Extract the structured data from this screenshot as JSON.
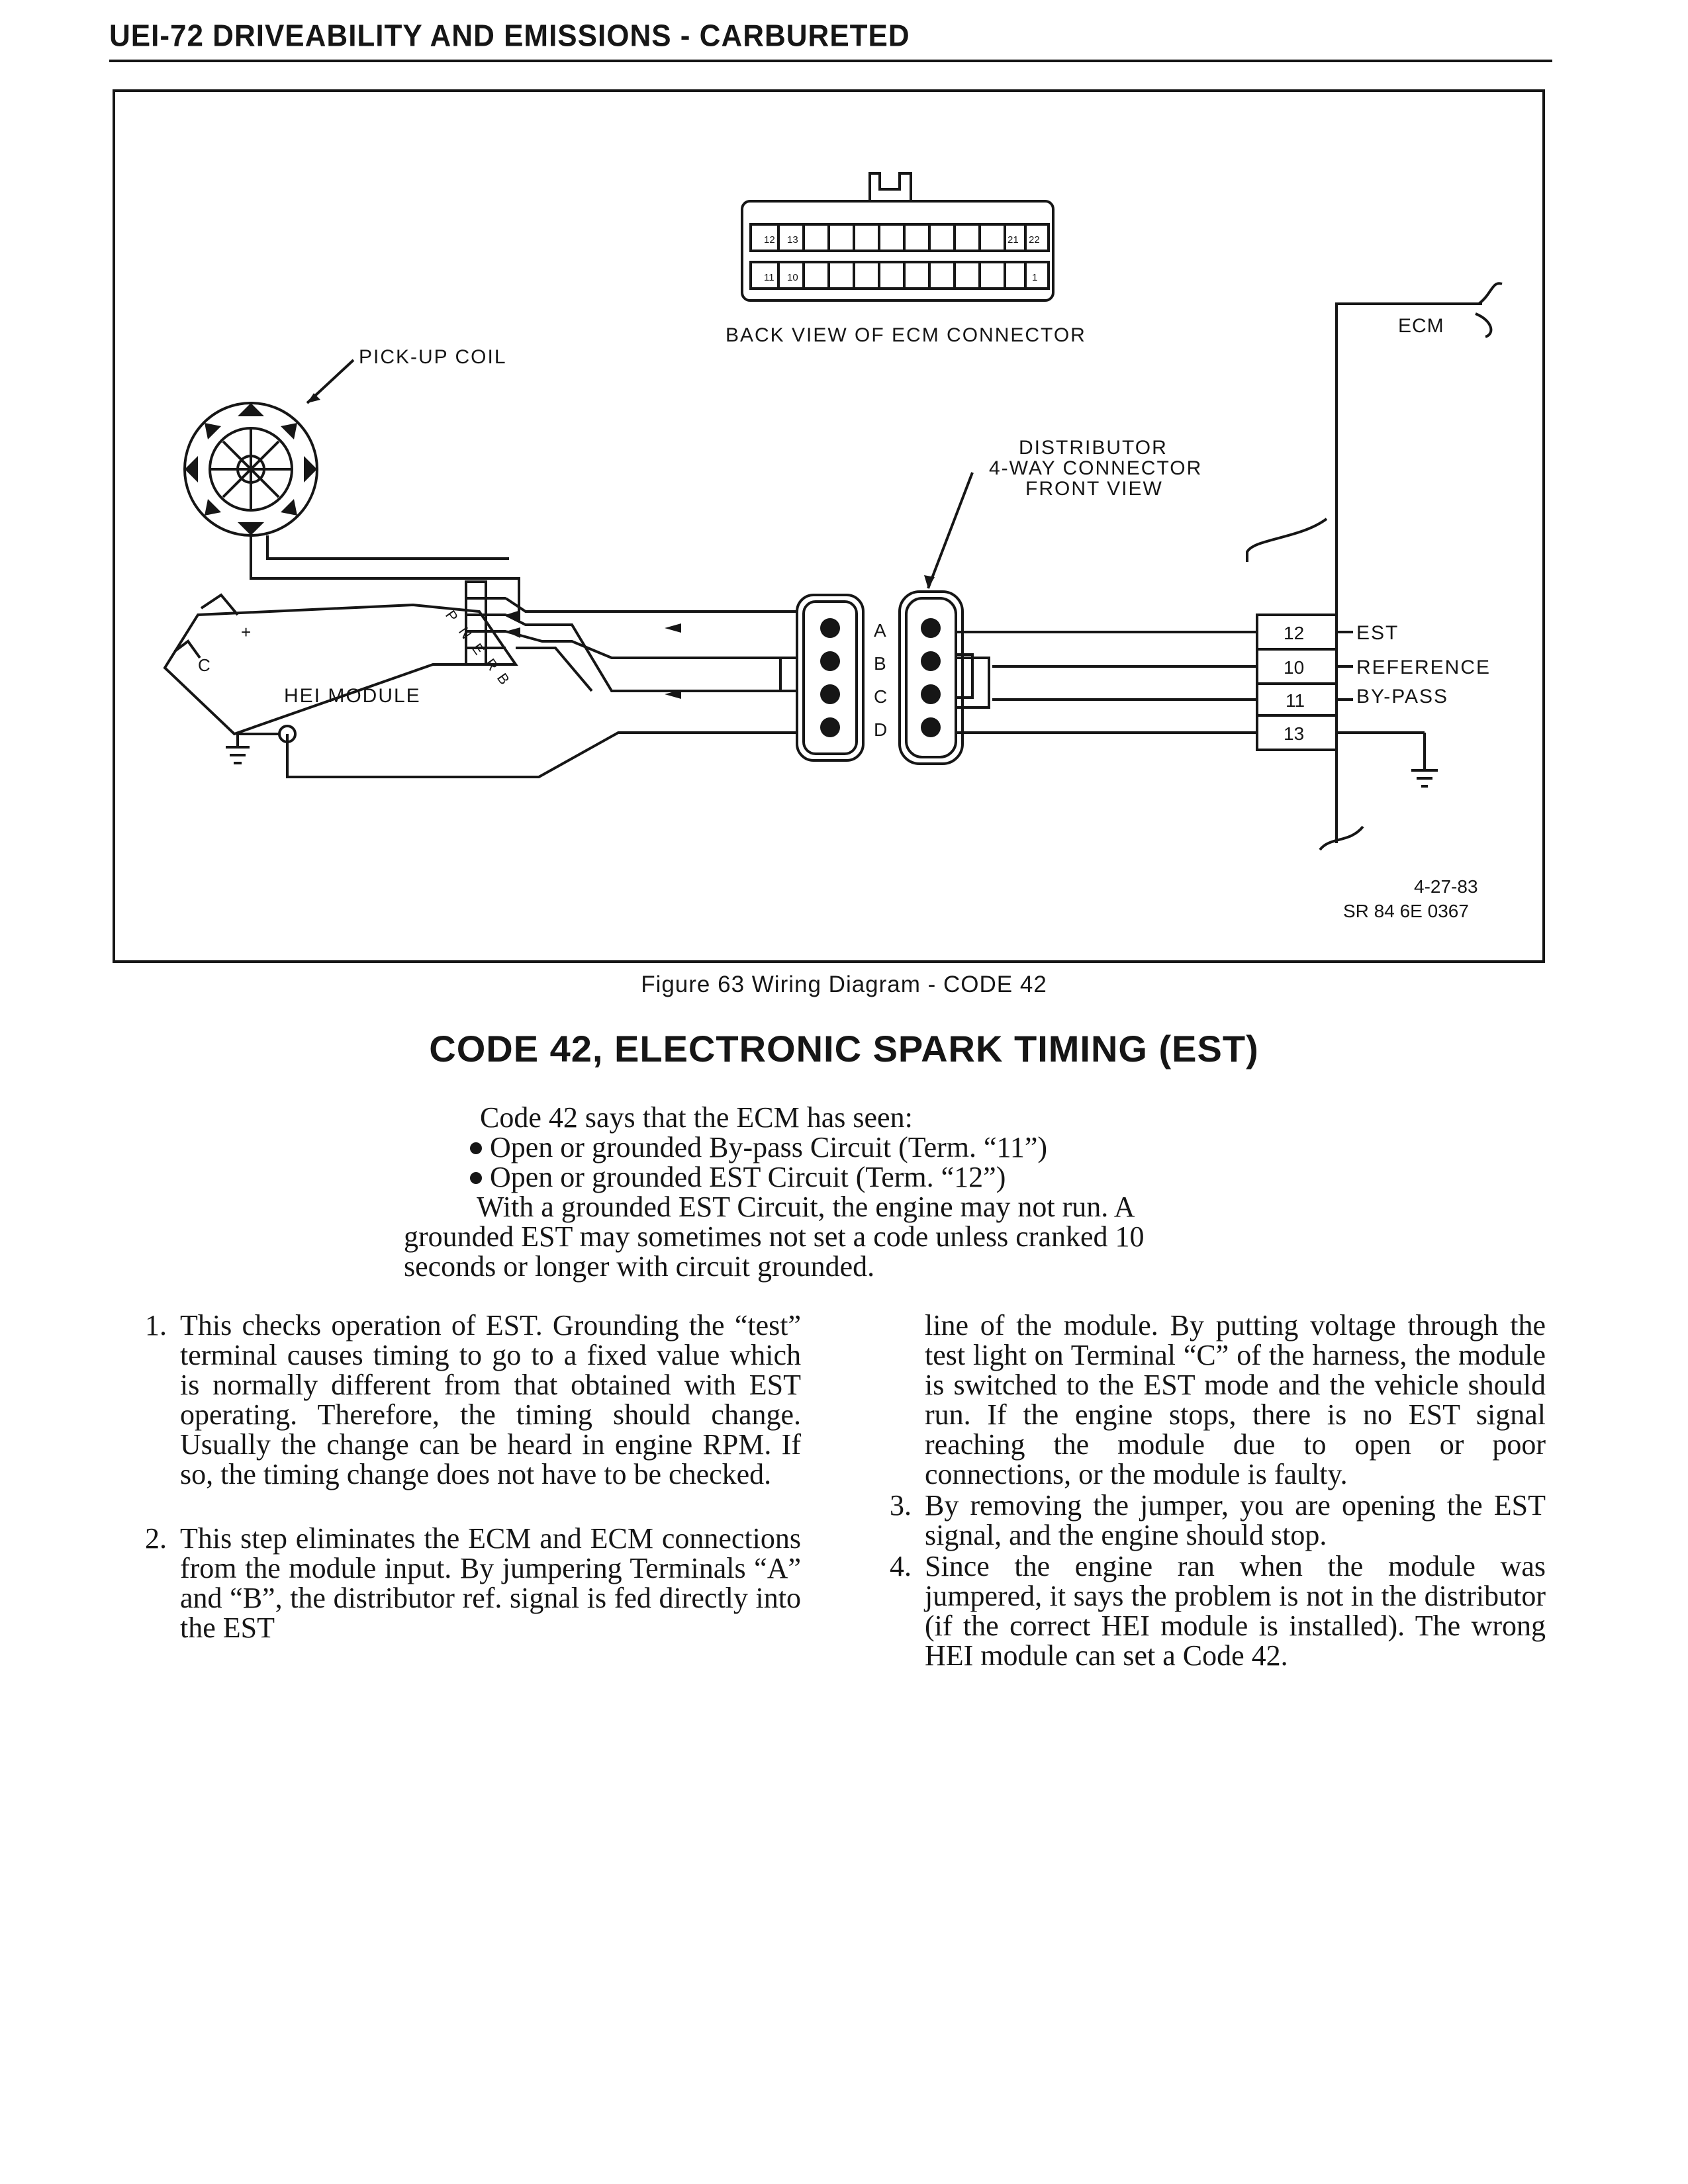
{
  "header": {
    "title": "UEI-72 DRIVEABILITY AND EMISSIONS - CARBURETED"
  },
  "diagram": {
    "ecm_connector_label": "BACK VIEW OF ECM CONNECTOR",
    "ecm_pins_top": [
      "12",
      "13",
      "21",
      "22"
    ],
    "ecm_pins_bottom": [
      "11",
      "10",
      "1"
    ],
    "pickup_coil_label": "PICK-UP COIL",
    "ecm_label": "ECM",
    "distributor_label_1": "DISTRIBUTOR",
    "distributor_label_2": "4-WAY CONNECTOR",
    "distributor_label_3": "FRONT VIEW",
    "hei_module_label": "HEI MODULE",
    "module_terminals": [
      "P",
      "N",
      "E",
      "R",
      "B"
    ],
    "module_side_labels": [
      "+",
      "C"
    ],
    "connector_letters": [
      "A",
      "B",
      "C",
      "D"
    ],
    "ecm_terminals": [
      "12",
      "10",
      "11",
      "13"
    ],
    "circuit_labels": [
      "EST",
      "REFERENCE",
      "BY-PASS"
    ],
    "date_code": "4-27-83",
    "ref_code": "SR 84 6E 0367"
  },
  "caption": "Figure 63 Wiring Diagram - CODE 42",
  "section_title": "CODE 42, ELECTRONIC SPARK TIMING (EST)",
  "intro": {
    "line1": "Code 42 says that the ECM has seen:",
    "bullet1": "Open or grounded By-pass Circuit (Term. “11”)",
    "bullet2": "Open or grounded EST Circuit (Term. “12”)",
    "line4": "With a grounded EST Circuit, the engine may not run. A",
    "line5": "grounded EST may sometimes not set a code unless cranked 10",
    "line6": "seconds or longer with circuit grounded."
  },
  "steps": [
    {
      "num": "1.",
      "text": "This checks operation of EST. Grounding the “test” terminal causes timing to go to a fixed value which is normally different from that obtained with EST operating. Therefore, the timing should change. Usually the change can be heard in engine RPM. If so, the timing change does not have to be checked."
    },
    {
      "num": "2.",
      "text": "This step eliminates the ECM and ECM connections from the module input. By jumpering Terminals “A” and “B”, the distributor ref. signal is fed directly into the EST"
    },
    {
      "num": "",
      "text": "line of the module. By putting voltage through the test light on Terminal “C” of the harness, the module is switched to the EST mode and the vehicle should run. If the engine stops, there is no EST signal reaching the module due to open or poor connections, or the module is faulty."
    },
    {
      "num": "3.",
      "text": "By removing the jumper, you are opening the EST signal, and the engine should stop."
    },
    {
      "num": "4.",
      "text": "Since the engine ran when the module was jumpered, it says the problem is not in the distributor (if the correct HEI module is installed). The wrong HEI module can set a Code 42."
    }
  ]
}
